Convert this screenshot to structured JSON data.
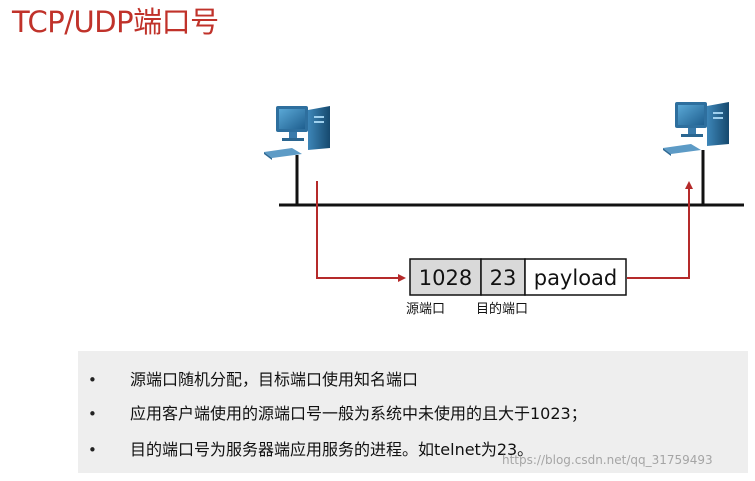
{
  "slide": {
    "title": "TCP/UDP端口号"
  },
  "packet": {
    "src_port": "1028",
    "dst_port": "23",
    "payload": "payload",
    "src_label": "源端口",
    "dst_label": "目的端口"
  },
  "bullets": [
    {
      "marker": "•",
      "text": "源端口随机分配，目标端口使用知名端口"
    },
    {
      "marker": "•",
      "text": "应用客户端使用的源端口号一般为系统中未使用的且大于1023；"
    },
    {
      "marker": "•",
      "text": "目的端口号为服务器端应用服务的进程。如telnet为23。"
    }
  ],
  "watermark": "https://blog.csdn.net/qq_31759493",
  "icons": {
    "left_host": "computer-icon",
    "right_host": "computer-icon"
  },
  "colors": {
    "title": "#c0322a",
    "arrow": "#b52a2a",
    "packet_fill": "#d9d9d9",
    "bullet_panel": "#eeeeee"
  }
}
